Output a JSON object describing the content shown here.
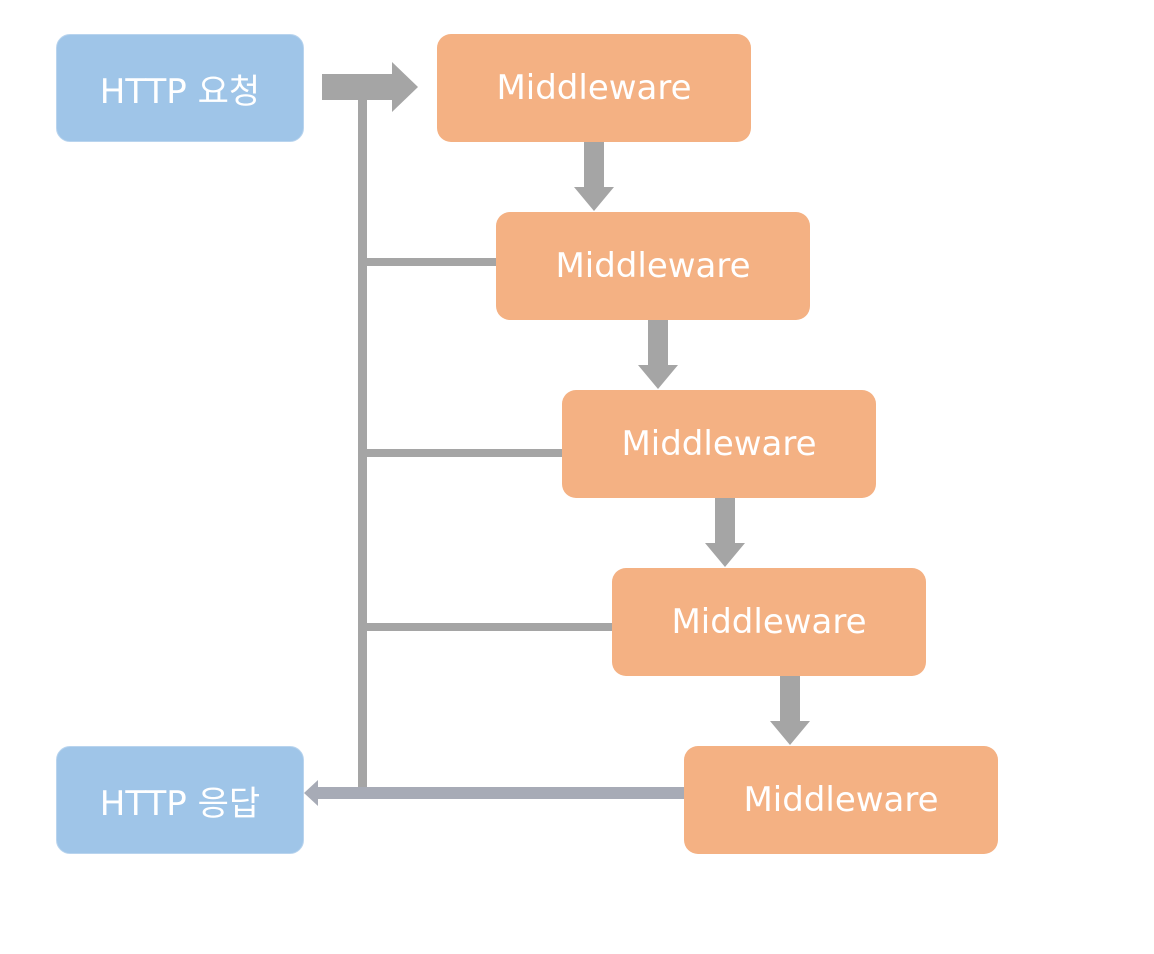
{
  "diagram": {
    "request_label": "HTTP 요청",
    "response_label": "HTTP 응답",
    "middlewares": [
      {
        "label": "Middleware"
      },
      {
        "label": "Middleware"
      },
      {
        "label": "Middleware"
      },
      {
        "label": "Middleware"
      },
      {
        "label": "Middleware"
      }
    ],
    "colors": {
      "endpoint_fill": "#9fc5e8",
      "middleware_fill": "#f4b183",
      "connector": "#a5a5a5",
      "text": "#ffffff"
    }
  }
}
